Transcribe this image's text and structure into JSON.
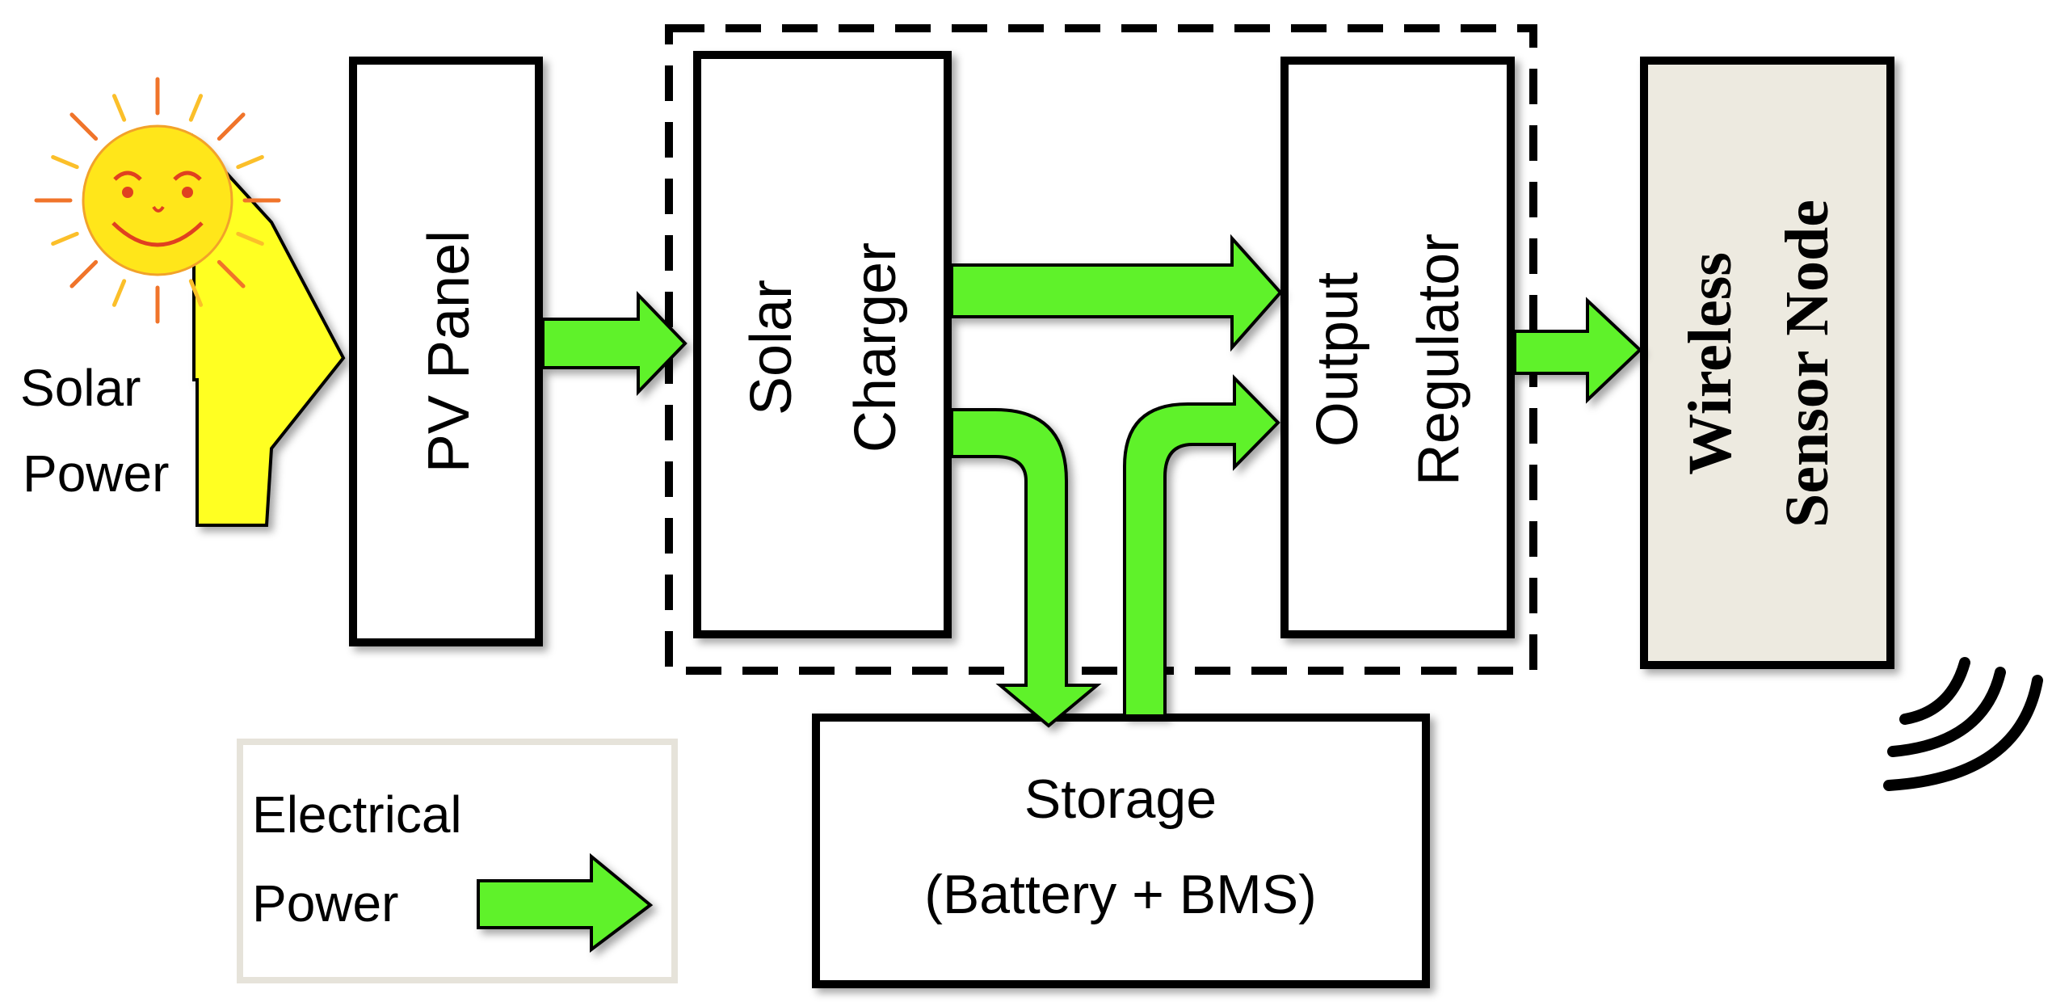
{
  "colors": {
    "arrow_fill": "#5ef22b",
    "sun_fill": "#ffe61a",
    "sun_ray": "#f0742a",
    "sun_ray_alt": "#fbbf2a",
    "solar_arrow": "#ffff22",
    "node_fill": "#edeae0",
    "legend_border": "#e6e3da",
    "stroke": "#000000"
  },
  "sun": {
    "icon": "smiling-sun-icon"
  },
  "solar_power": {
    "line1": "Solar",
    "line2": "Power"
  },
  "pv_panel": {
    "label": "PV Panel"
  },
  "solar_charger": {
    "line1": "Solar",
    "line2": "Charger"
  },
  "output_regulator": {
    "line1": "Output",
    "line2": "Regulator"
  },
  "wireless_node": {
    "line1": "Wireless",
    "line2": "Sensor Node"
  },
  "storage": {
    "line1": "Storage",
    "line2": "(Battery + BMS)"
  },
  "legend": {
    "line1": "Electrical",
    "line2": "Power"
  },
  "signal": {
    "icon": "wireless-signal-icon"
  }
}
